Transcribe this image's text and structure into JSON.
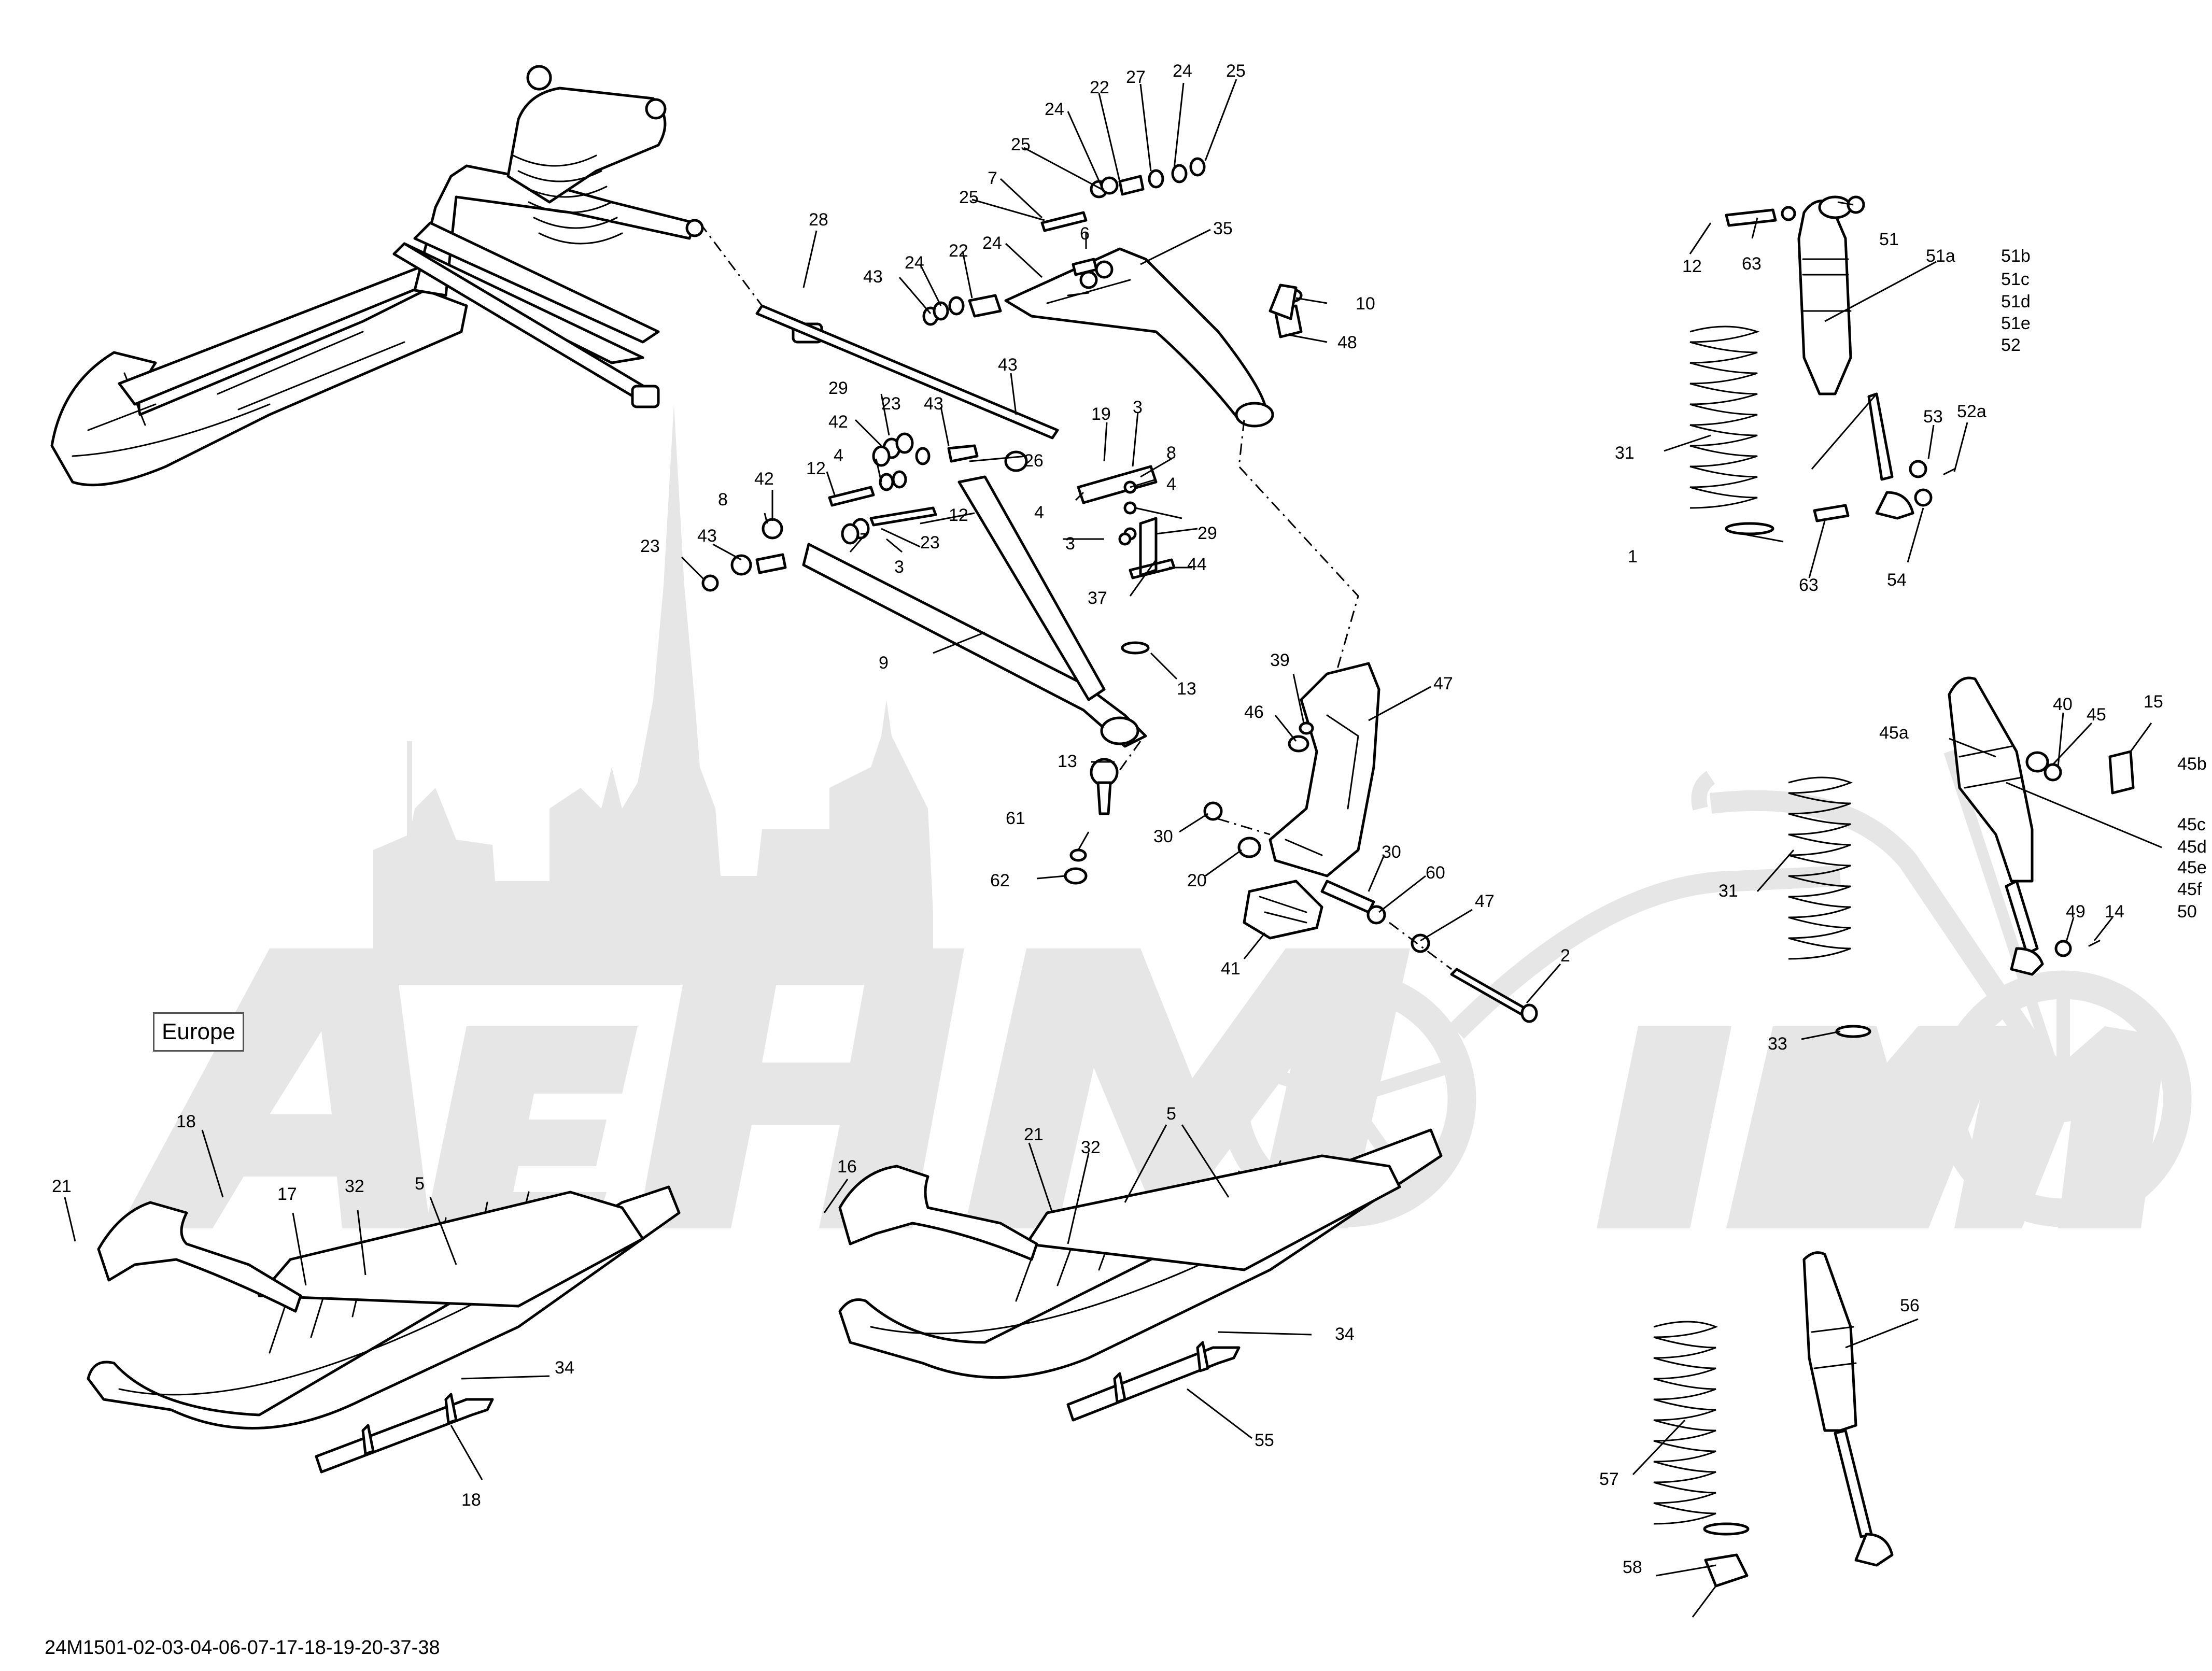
{
  "region_label": "Europe",
  "footer_code": "24M1501-02-03-04-06-07-17-18-19-20-37-38",
  "callouts": [
    "28",
    "24",
    "22",
    "27",
    "24",
    "25",
    "25",
    "7",
    "25",
    "6",
    "35",
    "43",
    "24",
    "22",
    "24",
    "10",
    "48",
    "43",
    "29",
    "23",
    "43",
    "19",
    "3",
    "42",
    "26",
    "8",
    "12",
    "4",
    "4",
    "4",
    "3",
    "29",
    "42",
    "8",
    "12",
    "23",
    "43",
    "23",
    "3",
    "44",
    "37",
    "9",
    "13",
    "39",
    "47",
    "46",
    "13",
    "61",
    "30",
    "20",
    "30",
    "60",
    "47",
    "62",
    "41",
    "2",
    "12",
    "63",
    "51",
    "51a",
    "51b",
    "51c",
    "51d",
    "51e",
    "52",
    "31",
    "53",
    "52a",
    "1",
    "63",
    "54",
    "15",
    "40",
    "45",
    "45a",
    "45b",
    "45c",
    "45d",
    "45e",
    "45f",
    "50",
    "31",
    "49",
    "14",
    "33",
    "18",
    "21",
    "17",
    "32",
    "5",
    "34",
    "18",
    "16",
    "21",
    "32",
    "5",
    "34",
    "55",
    "56",
    "57",
    "58"
  ]
}
